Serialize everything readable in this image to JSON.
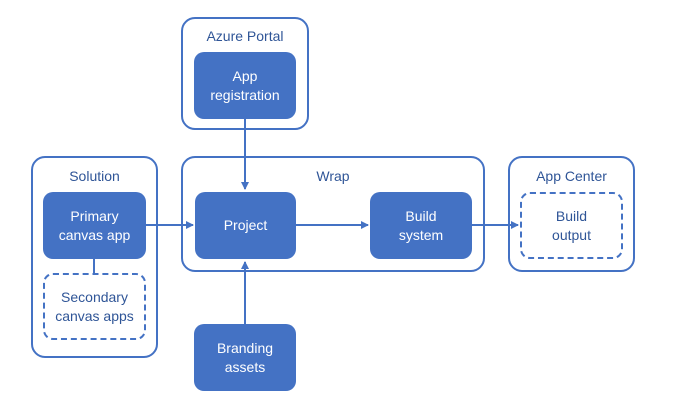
{
  "colors": {
    "accent": "#4472c4",
    "text_dark": "#2f5597",
    "node_text": "#ffffff"
  },
  "groups": {
    "azure_portal": "Azure Portal",
    "solution": "Solution",
    "wrap": "Wrap",
    "app_center": "App Center"
  },
  "nodes": {
    "app_registration": "App\nregistration",
    "primary_canvas_app": "Primary\ncanvas app",
    "secondary_canvas_apps": "Secondary\ncanvas apps",
    "project": "Project",
    "build_system": "Build\nsystem",
    "build_output": "Build\noutput",
    "branding_assets": "Branding\nassets"
  }
}
